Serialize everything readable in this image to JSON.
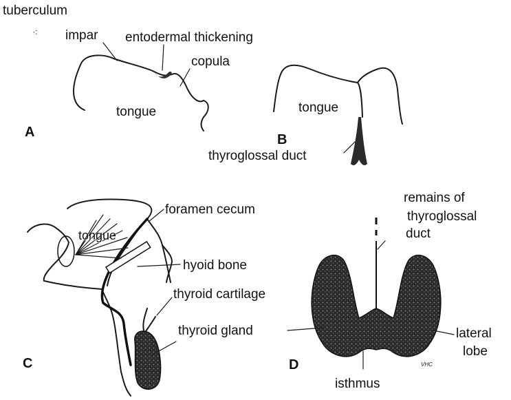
{
  "panels": {
    "a": {
      "letter": "A",
      "tuberculum_line1": "tuberculum",
      "tuberculum_line2": "impar",
      "entodermal_thickening": "entodermal thickening",
      "copula": "copula",
      "tongue": "tongue"
    },
    "b": {
      "letter": "B",
      "tongue": "tongue",
      "thyroglossal_duct": "thyroglossal duct"
    },
    "c": {
      "letter": "C",
      "tongue": "tongue",
      "foramen_cecum": "foramen cecum",
      "hyoid_bone": "hyoid bone",
      "thyroid_cartilage": "thyroid cartilage",
      "thyroid_gland": "thyroid gland"
    },
    "d": {
      "letter": "D",
      "remains_line1": "remains of",
      "remains_line2": "thyroglossal",
      "remains_line3": "duct",
      "lateral_line1": "lateral",
      "lateral_line2": "lobe",
      "isthmus": "isthmus",
      "signature": "VHC"
    }
  },
  "colors": {
    "ink": "#111111",
    "gland_fill": "#2b2b2b",
    "background": "#ffffff"
  }
}
